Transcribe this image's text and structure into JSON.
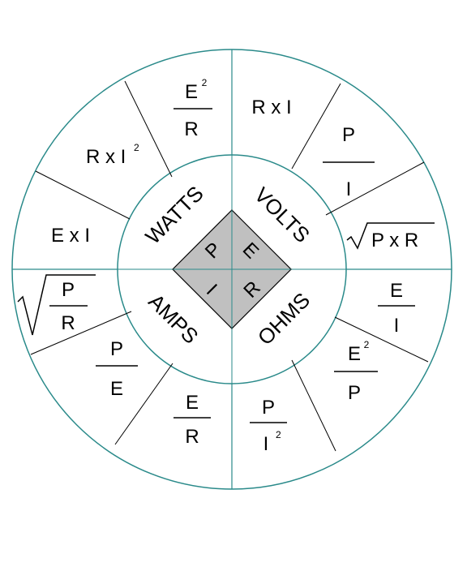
{
  "colors": {
    "circle_stroke": "#2a8a8a",
    "divider": "#000000",
    "diamond_fill": "#c0c0c0",
    "diamond_stroke": "#000000",
    "background": "#ffffff"
  },
  "center": {
    "letters": [
      "P",
      "E",
      "I",
      "R"
    ]
  },
  "quadrants": {
    "watts": "WATTS",
    "volts": "VOLTS",
    "amps": "AMPS",
    "ohms": "OHMS"
  },
  "formulas": {
    "watts": {
      "e2_over_r": {
        "num": "E",
        "num_exp": "2",
        "den": "R"
      },
      "r_x_i2": {
        "text": "R x I",
        "exp": "2"
      },
      "e_x_i": {
        "text": "E x I"
      }
    },
    "volts": {
      "r_x_i": {
        "text": "R x I"
      },
      "p_over_i": {
        "num": "P",
        "den": "I"
      },
      "sqrt_p_x_r": {
        "text": "P x R"
      }
    },
    "ohms": {
      "e_over_i": {
        "num": "E",
        "den": "I"
      },
      "e2_over_p": {
        "num": "E",
        "num_exp": "2",
        "den": "P"
      },
      "p_over_i2": {
        "num": "P",
        "den": "I",
        "den_exp": "2"
      }
    },
    "amps": {
      "e_over_r": {
        "num": "E",
        "den": "R"
      },
      "p_over_e": {
        "num": "P",
        "den": "E"
      },
      "sqrt_p_over_r": {
        "num": "P",
        "den": "R"
      }
    }
  }
}
